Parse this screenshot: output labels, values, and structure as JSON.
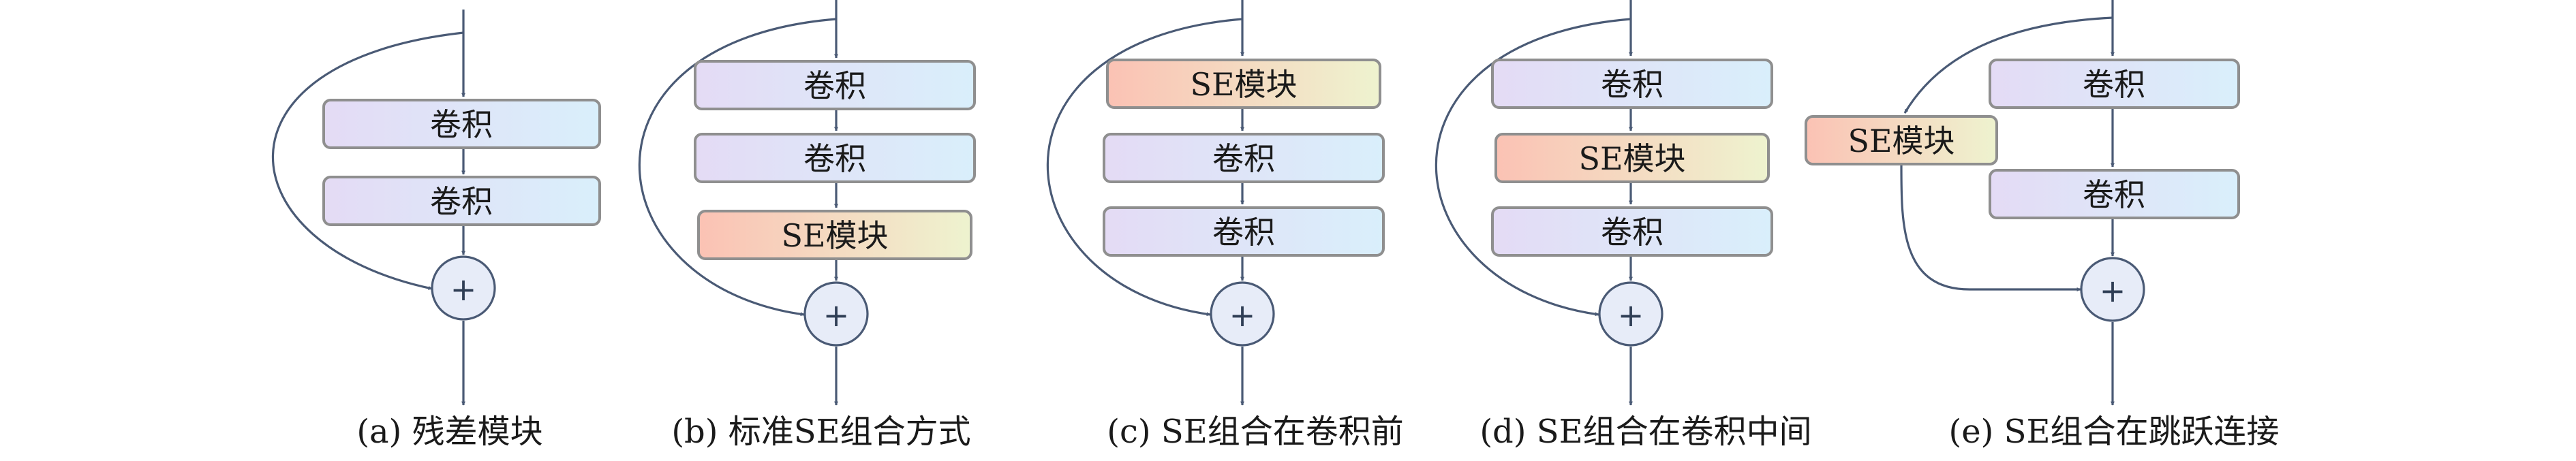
{
  "labels": {
    "conv": "卷积",
    "se": "SE模块",
    "plus": "+"
  },
  "colors": {
    "conv_start": "#e4dbf5",
    "conv_end": "#d9effb",
    "se_start": "#fbc2b4",
    "se_end": "#eef3cf",
    "border": "#8f8f8f",
    "line": "#4a5a75",
    "plus_fill": "#e7ecf8"
  },
  "diagrams": [
    {
      "id": "a",
      "caption": "(a) 残差模块"
    },
    {
      "id": "b",
      "caption": "(b) 标准SE组合方式"
    },
    {
      "id": "c",
      "caption": "(c) SE组合在卷积前"
    },
    {
      "id": "d",
      "caption": "(d) SE组合在卷积中间"
    },
    {
      "id": "e",
      "caption": "(e) SE组合在跳跃连接"
    }
  ]
}
